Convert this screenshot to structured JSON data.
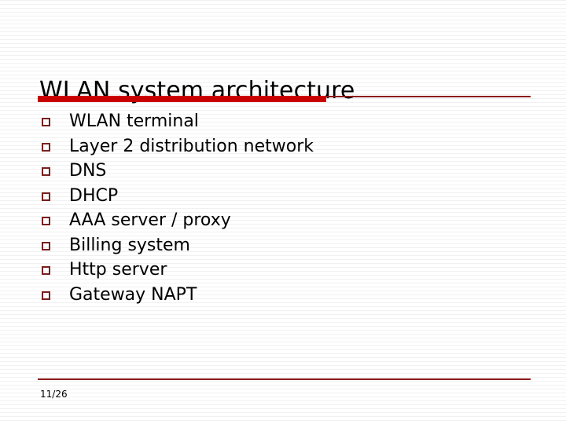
{
  "slide": {
    "title": "WLAN system architecture",
    "page_number": "11/26",
    "accent_red": "#CC0000",
    "accent_maroon": "#8B1A1A",
    "bullet_color": "#7B2020",
    "background": "#ffffff",
    "text_color": "#000000"
  },
  "bullets": [
    {
      "label": "WLAN terminal"
    },
    {
      "label": "Layer 2 distribution network"
    },
    {
      "label": "DNS"
    },
    {
      "label": "DHCP"
    },
    {
      "label": "AAA server / proxy"
    },
    {
      "label": "Billing system"
    },
    {
      "label": "Http server"
    },
    {
      "label": "Gateway NAPT"
    }
  ]
}
